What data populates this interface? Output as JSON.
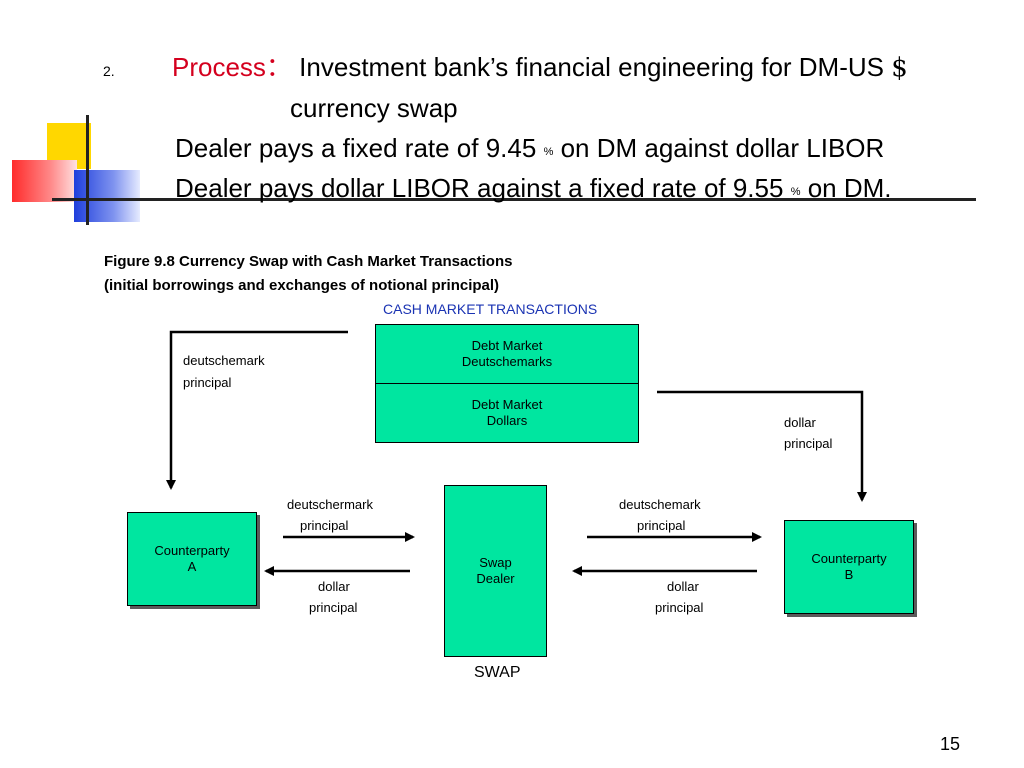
{
  "slide": {
    "item_number": "2.",
    "process_label": "Process",
    "process_colon": "：",
    "heading_main": "Investment bank",
    "heading_apos": "’",
    "heading_rest": "s financial engineering for DM-US",
    "heading_dollar": "$",
    "heading_line2": "currency swap",
    "bullet1_start": "Dealer pays a fixed rate of 9.45",
    "bullet1_pct": "%",
    "bullet1_end": "on DM against dollar LIBOR",
    "bullet2_start": "Dealer pays dollar LIBOR against a fixed rate of 9.55",
    "bullet2_pct": "%",
    "bullet2_end": "on DM.",
    "page_number": "15"
  },
  "figure": {
    "title_line1": "Figure 9.8 Currency Swap with Cash Market Transactions",
    "title_line2": "(initial borrowings and exchanges of notional principal)",
    "cash_market_label": "CASH MARKET TRANSACTIONS",
    "debt_dm_line1": "Debt Market",
    "debt_dm_line2": "Deutschemarks",
    "debt_usd_line1": "Debt Market",
    "debt_usd_line2": "Dollars",
    "left_flow_line1": "deutschemark",
    "left_flow_line2": "principal",
    "right_flow_line1": "dollar",
    "right_flow_line2": "principal",
    "counterparty_a_line1": "Counterparty",
    "counterparty_a_line2": "A",
    "counterparty_b_line1": "Counterparty",
    "counterparty_b_line2": "B",
    "swap_dealer_line1": "Swap",
    "swap_dealer_line2": "Dealer",
    "a_to_dealer_line1": "deutschermark",
    "a_to_dealer_line2": "principal",
    "dealer_to_a_line1": "dollar",
    "dealer_to_a_line2": "principal",
    "dealer_to_b_line1": "deutschemark",
    "dealer_to_b_line2": "principal",
    "b_to_dealer_line1": "dollar",
    "b_to_dealer_line2": "principal",
    "swap_label": "SWAP"
  },
  "colors": {
    "accent_red": "#d4001e",
    "box_green": "#00e6a0",
    "cash_label_blue": "#1a33b3"
  }
}
